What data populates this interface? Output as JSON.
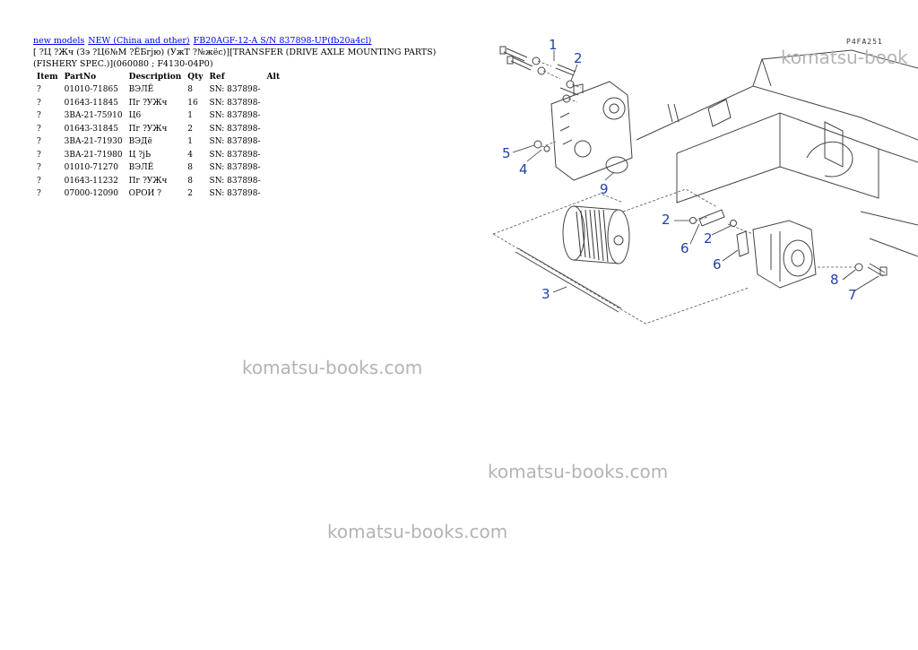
{
  "breadcrumb": {
    "links": [
      "new models",
      "NEW (China and other)",
      "FB20AGF-12-A S/N 837898-UP(fb20a4cl)"
    ]
  },
  "title_line1": "[ ?Ц ?Жч (Зэ ?Ц6№М ?ЁБгjю) (УжТ ?№жёс)][TRANSFER (DRIVE AXLE MOUNTING PARTS)",
  "title_line2": "(FISHERY SPEC.)](060080 ; F4130-04P0)",
  "table": {
    "headers": [
      "Item",
      "PartNo",
      "Description",
      "Qty",
      "Ref",
      "Alt"
    ],
    "rows": [
      [
        "?",
        "01010-71865",
        "ВЭЛЁ",
        "8",
        "SN: 837898-",
        ""
      ],
      [
        "?",
        "01643-11845",
        "Пг ?УЖч",
        "16",
        "SN: 837898-",
        ""
      ],
      [
        "?",
        "3BA-21-75910",
        "Ц6",
        "1",
        "SN: 837898-",
        ""
      ],
      [
        "?",
        "01643-31845",
        "Пг ?УЖч",
        "2",
        "SN: 837898-",
        ""
      ],
      [
        "?",
        "3BA-21-71930",
        "ВЭДё",
        "1",
        "SN: 837898-",
        ""
      ],
      [
        "?",
        "3BA-21-71980",
        "Ц ?jЬ",
        "4",
        "SN: 837898-",
        ""
      ],
      [
        "?",
        "01010-71270",
        "ВЭЛЁ",
        "8",
        "SN: 837898-",
        ""
      ],
      [
        "?",
        "01643-11232",
        "Пг ?УЖч",
        "8",
        "SN: 837898-",
        ""
      ],
      [
        "?",
        "07000-12090",
        "ОРОИ ?",
        "2",
        "SN: 837898-",
        ""
      ]
    ]
  },
  "watermark": "komatsu-books.com",
  "watermark_top": "komatsu-book",
  "diagram": {
    "code": "P4FA251",
    "callouts": [
      "1",
      "2",
      "5",
      "4",
      "9",
      "2",
      "6",
      "2",
      "6",
      "3",
      "8",
      "7"
    ]
  }
}
